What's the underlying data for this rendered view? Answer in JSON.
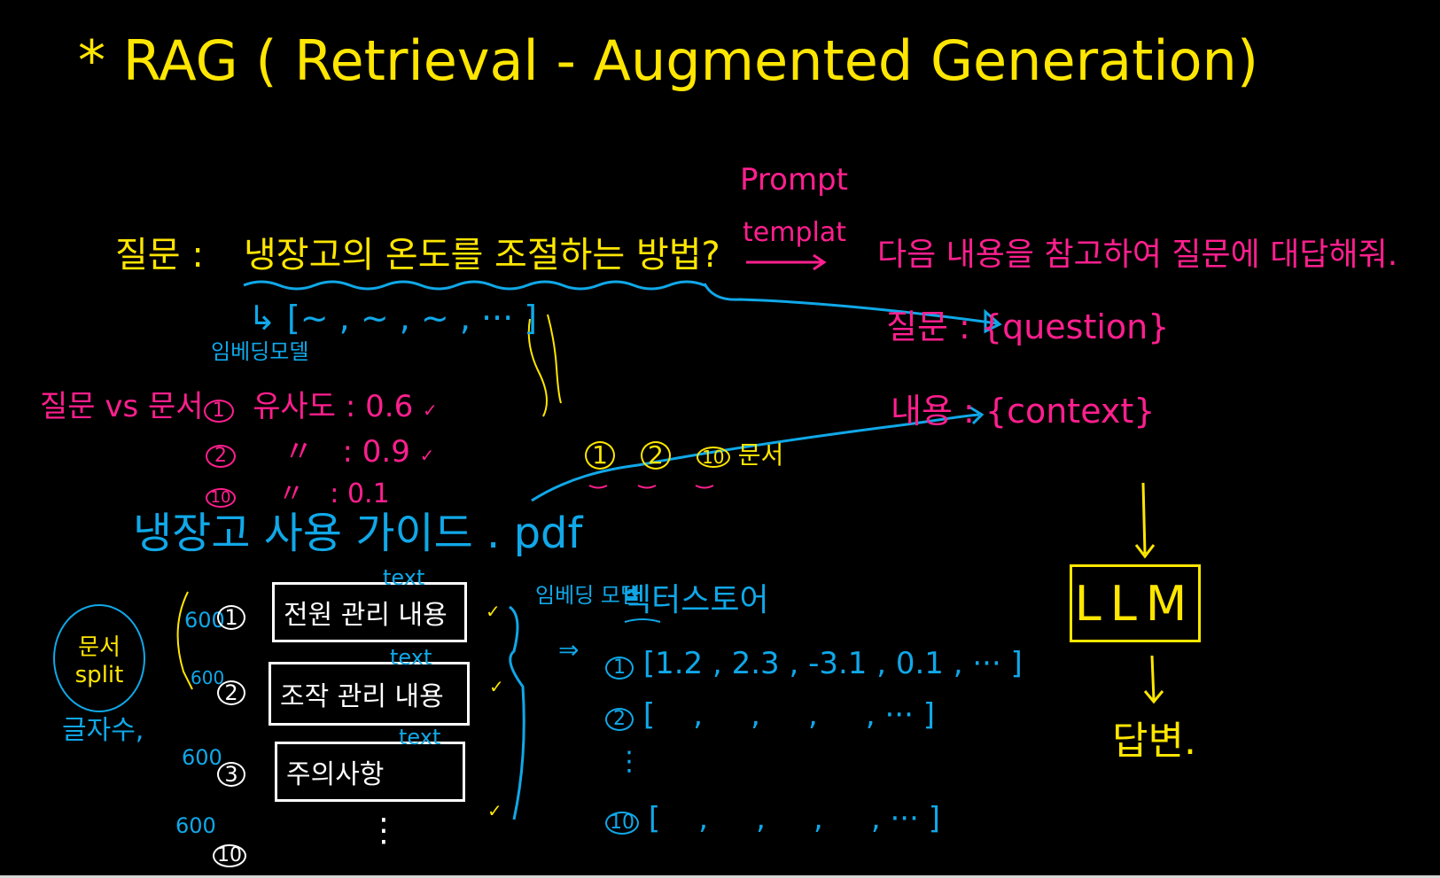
{
  "title": "* RAG ( Retrieval - Augmented Generation)",
  "question": {
    "label": "질문 :",
    "text": "냉장고의 온도를 조절하는 방법?"
  },
  "embedding_vector": "↳ [~ , ~ , ~ , ··· ]",
  "embedding_model_label": "임베딩모델",
  "similarity": [
    {
      "prefix": "질문 vs 문서",
      "num": "1",
      "label": "유사도",
      "sep": ":",
      "value": "0.6",
      "check": "✓"
    },
    {
      "prefix": "",
      "num": "2",
      "label": "〃",
      "sep": ":",
      "value": "0.9",
      "check": "✓"
    },
    {
      "prefix": "",
      "num": "10",
      "label": "〃",
      "sep": ":",
      "value": "0.1",
      "check": ""
    }
  ],
  "selected_docs": {
    "nums": [
      "1",
      "2",
      "10"
    ],
    "label": "문서"
  },
  "pdf_name": "냉장고 사용 가이드 . pdf",
  "prompt_template": {
    "title_line1": "Prompt",
    "title_line2": "templat",
    "instruction": "다음 내용을 참고하여 질문에 대답해줘.",
    "question_line": {
      "label": "질문 :",
      "var": "{question}"
    },
    "context_line": {
      "label": "내용 :",
      "var": "{context}"
    }
  },
  "split": {
    "line1": "문서",
    "line2": "split",
    "note": "글자수,"
  },
  "chunks": [
    {
      "size": "600",
      "num": "1",
      "text": "전원 관리 내용",
      "tag": "text",
      "check": "✓"
    },
    {
      "size": "600",
      "num": "2",
      "text": "조작 관리 내용",
      "tag": "text",
      "check": "✓"
    },
    {
      "size": "600",
      "num": "3",
      "text": "주의사항",
      "tag": "text",
      "check": "✓"
    },
    {
      "size": "600",
      "num": "10",
      "text": "⋮"
    }
  ],
  "embedding_model_2": {
    "label": "임베딩 모델",
    "arrow": "⇒"
  },
  "vectorstore": {
    "label": "벡터스토어",
    "rows": [
      {
        "num": "1",
        "vector": "[1.2 , 2.3 , -3.1 , 0.1 , ··· ]"
      },
      {
        "num": "2",
        "vector": "[    ,     ,     ,     , ··· ]"
      },
      {
        "num": "⋮",
        "vector": ""
      },
      {
        "num": "10",
        "vector": "[    ,     ,     ,     , ··· ]"
      }
    ]
  },
  "llm": {
    "label": "LLM",
    "answer": "답변."
  },
  "colors": {
    "yellow": "#ffe600",
    "pink": "#ff1f8e",
    "blue": "#10a8e8",
    "white": "#ffffff",
    "background": "#000000"
  }
}
